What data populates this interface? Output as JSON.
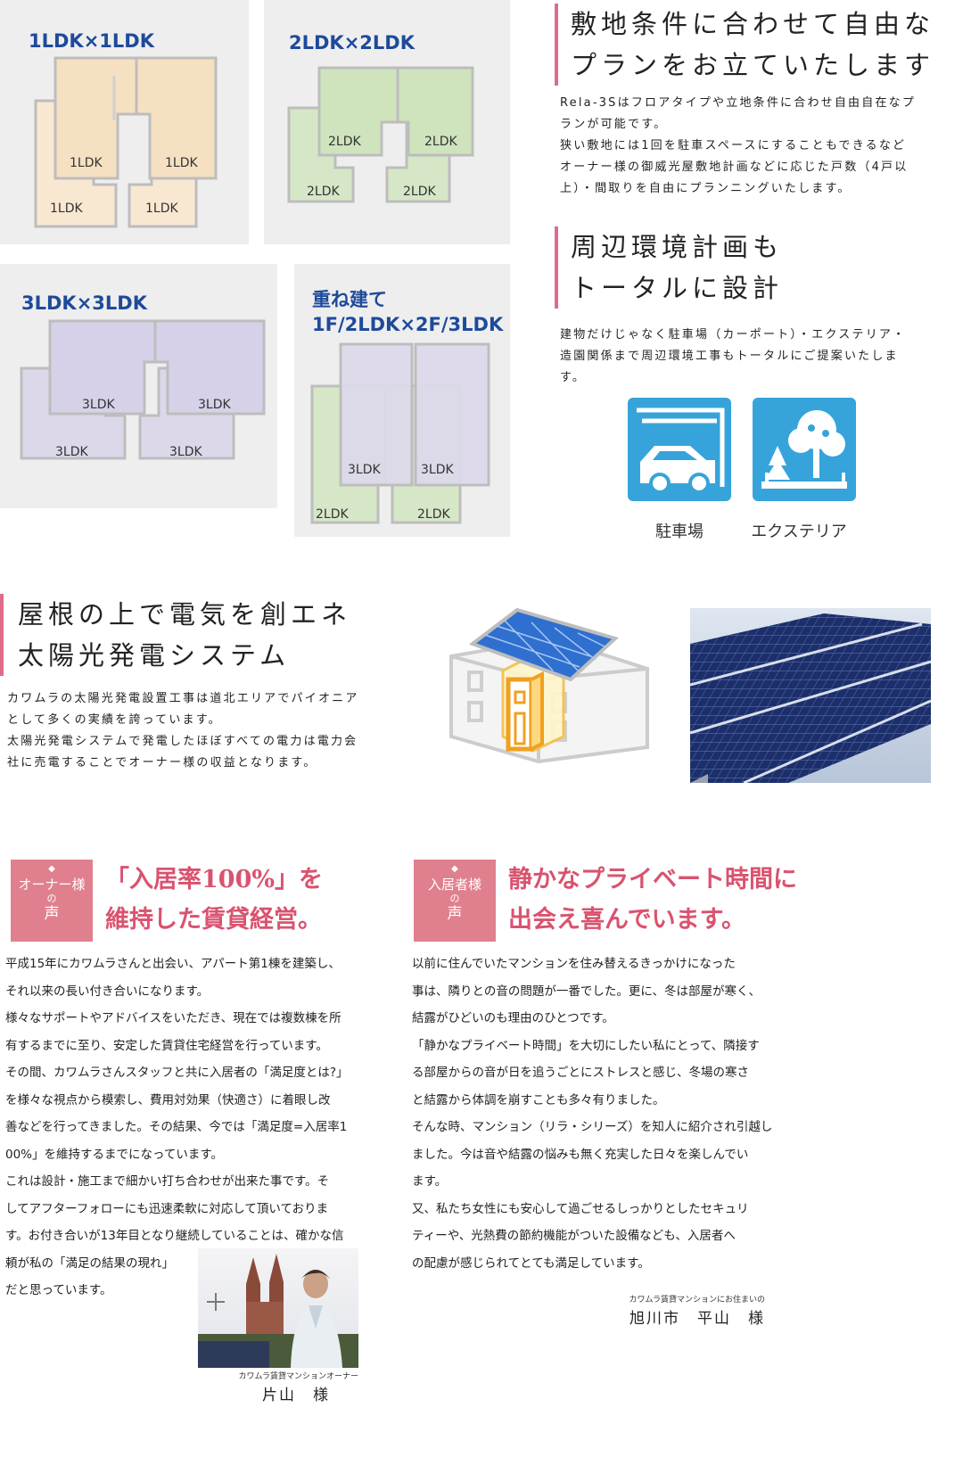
{
  "plans": [
    {
      "title": "1LDK×1LDK",
      "units": [
        "1LDK",
        "1LDK",
        "1LDK",
        "1LDK"
      ]
    },
    {
      "title": "2LDK×2LDK",
      "units": [
        "2LDK",
        "2LDK",
        "2LDK",
        "2LDK"
      ]
    },
    {
      "title": "3LDK×3LDK",
      "units": [
        "3LDK",
        "3LDK",
        "3LDK",
        "3LDK"
      ]
    },
    {
      "title_line1": "重ね建て",
      "title_line2": "1F/2LDK×2F/3LDK",
      "units": [
        "3LDK",
        "3LDK",
        "2LDK",
        "2LDK"
      ]
    }
  ],
  "colors": {
    "accent_pink": "#e06a8a",
    "title_blue": "#1e4a9a",
    "icon_blue": "#36a4da",
    "plan1": "#f8e8d2",
    "plan2": "#d6e7c7",
    "plan3": "#dcd8ea"
  },
  "free_plan": {
    "heading_line1": "敷地条件に合わせて自由な",
    "heading_line2": "プランをお立ていたします",
    "body": [
      "Rela-3Sはフロアタイプや立地条件に合わせ自由自在なプ",
      "ランが可能です。",
      "狭い敷地には1回を駐車スペースにすることもできるなど",
      "オーナー様の御威光屋敷地計画などに応じた戸数（4戸以",
      "上）・間取りを自由にプランニングいたします。"
    ]
  },
  "environment": {
    "heading_line1": "周辺環境計画も",
    "heading_line2": "トータルに設計",
    "body": [
      "建物だけじゃなく駐車場（カーポート）・エクステリア・",
      "造園関係まで周辺環境工事もトータルにご提案いたしま",
      "す。"
    ],
    "icons": [
      {
        "icon": "carport-icon",
        "label": "駐車場"
      },
      {
        "icon": "exterior-tree-icon",
        "label": "エクステリア"
      }
    ]
  },
  "solar": {
    "heading_line1": "屋根の上で電気を創エネ",
    "heading_line2": "太陽光発電システム",
    "body": [
      "カワムラの太陽光発電設置工事は道北エリアでパイオニア",
      "として多くの実績を誇っています。",
      "太陽光発電システムで発電したほぼすべての電力は電力会",
      "社に売電することでオーナー様の収益となります。"
    ]
  },
  "owner_voice": {
    "badge": {
      "diamond": "◆",
      "line1": "オーナー様",
      "line2": "の",
      "line3": "声"
    },
    "title_line1": "「入居率100%」を",
    "title_line2": "維持した賃貸経営。",
    "lines": [
      "平成15年にカワムラさんと出会い、アパート第1棟を建築し、",
      "それ以来の長い付き合いになります。",
      "様々なサポートやアドバイスをいただき、現在では複数棟を所",
      "有するまでに至り、安定した賃貸住宅経営を行っています。",
      "その間、カワムラさんスタッフと共に入居者の「満足度とは?」",
      "を様々な視点から模索し、費用対効果（快適さ）に着眼し改",
      "善などを行ってきました。その結果、今では「満足度=入居率1",
      "00%」を維持するまでになっています。",
      "これは設計・施工まで細かい打ち合わせが出来た事です。そ",
      "してアフターフォローにも迅速柔軟に対応して頂いておりま",
      "す。お付き合いが13年目となり継続していることは、確かな信",
      "頼が私の「満足の結果の現れ」",
      "だと思っています。"
    ],
    "credit_small": "カワムラ賃貸マンションオーナー",
    "credit_name": "片山　様"
  },
  "resident_voice": {
    "badge": {
      "diamond": "◆",
      "line1": "入居者様",
      "line2": "の",
      "line3": "声"
    },
    "title_line1": "静かなプライベート時間に",
    "title_line2": "出会え喜んでいます。",
    "lines": [
      "以前に住んでいたマンションを住み替えるきっかけになった",
      "事は、隣りとの音の問題が一番でした。更に、冬は部屋が寒く、",
      "結露がひどいのも理由のひとつです。",
      "「静かなプライベート時間」を大切にしたい私にとって、隣接す",
      "る部屋からの音が日を追うごとにストレスと感じ、冬場の寒さ",
      "と結露から体調を崩すことも多々有りました。",
      "そんな時、マンション（リラ・シリーズ）を知人に紹介され引越し",
      "ました。今は音や結露の悩みも無く充実した日々を楽しんでい",
      "ます。",
      "又、私たち女性にも安心して過ごせるしっかりとしたセキュリ",
      "ティーや、光熱費の節約機能がついた設備なども、入居者へ",
      "の配慮が感じられてとても満足しています。"
    ],
    "credit_small": "カワムラ賃貸マンションにお住まいの",
    "credit_name": "旭川市　平山　様"
  }
}
